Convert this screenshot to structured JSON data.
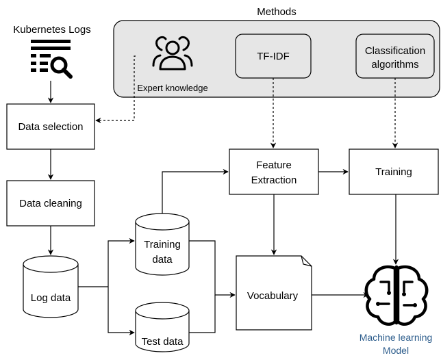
{
  "diagram": {
    "title": "Kubernetes Logs",
    "methods_label": "Methods",
    "nodes": {
      "expert_knowledge": "Expert knowledge",
      "tfidf": "TF-IDF",
      "classification_line1": "Classification",
      "classification_line2": "algorithms",
      "data_selection": "Data selection",
      "data_cleaning": "Data cleaning",
      "log_data": "Log data",
      "training_data_line1": "Training",
      "training_data_line2": "data",
      "test_data": "Test data",
      "feature_line1": "Feature",
      "feature_line2": "Extraction",
      "training": "Training",
      "vocabulary": "Vocabulary",
      "ml_line1": "Machine learning",
      "ml_line2": "Model"
    },
    "colors": {
      "methods_fill": "#e6e6e6",
      "ml_label": "#2d5d8c"
    }
  }
}
